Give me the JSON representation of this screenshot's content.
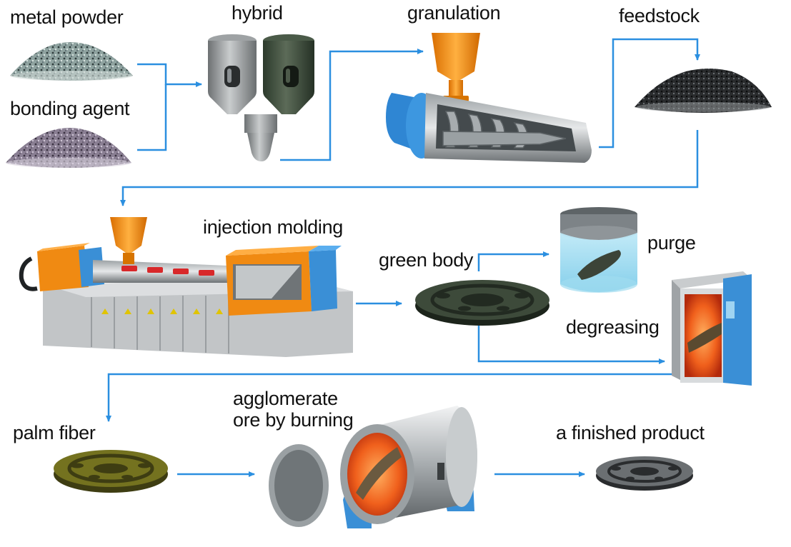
{
  "labels": {
    "metal_powder": "metal powder",
    "bonding_agent": "bonding agent",
    "hybrid": "hybrid",
    "granulation": "granulation",
    "feedstock": "feedstock",
    "injection_molding": "injection molding",
    "green_body": "green body",
    "purge": "purge",
    "degreasing": "degreasing",
    "palm_fiber": "palm fiber",
    "agglomerate_line1": "agglomerate",
    "agglomerate_line2": "ore by burning",
    "finished_product": "a finished product"
  },
  "colors": {
    "flow_arrow": "#2b8fe0",
    "machine_orange": "#f08a12",
    "machine_blue": "#3a8fd6",
    "machine_grey": "#b9bcbf",
    "furnace_glow": "#e8501c",
    "part_dark": "#2e3a2c",
    "part_olive": "#6d6b1e"
  },
  "icons": [
    "metal-powder-pile-icon",
    "bonding-agent-pile-icon",
    "hybrid-mixer-icon",
    "granulation-extruder-icon",
    "feedstock-pile-icon",
    "injection-molding-machine-icon",
    "green-body-part-icon",
    "purge-tank-icon",
    "degreasing-oven-icon",
    "palm-fiber-part-icon",
    "sintering-furnace-icon",
    "finished-product-part-icon"
  ]
}
